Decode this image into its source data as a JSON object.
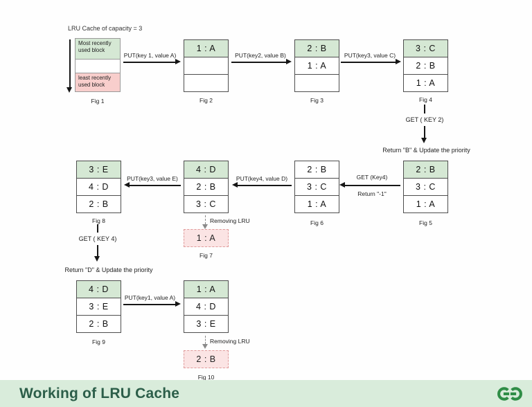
{
  "diagram": {
    "caption": "LRU Cache of capacity = 3",
    "legend": {
      "fig_label": "Fig 1",
      "mru_label": "Most recently used block",
      "lru_label": "least recently used block"
    },
    "figures": {
      "fig2": {
        "label": "Fig 2",
        "cells": [
          "1 : A",
          "",
          ""
        ]
      },
      "fig3": {
        "label": "Fig 3",
        "cells": [
          "2 : B",
          "1 : A",
          ""
        ]
      },
      "fig4": {
        "label": "Fig 4",
        "cells": [
          "3 : C",
          "2 : B",
          "1 : A"
        ]
      },
      "fig5": {
        "label": "Fig 5",
        "cells": [
          "2 : B",
          "3 : C",
          "1 : A"
        ]
      },
      "fig6": {
        "label": "Fig 6",
        "cells": [
          "2 : B",
          "3 : C",
          "1 : A"
        ]
      },
      "fig7": {
        "label": "Fig 7",
        "cells": [
          "4 : D",
          "2 : B",
          "3 : C"
        ],
        "evicted": "1 : A"
      },
      "fig8": {
        "label": "Fig 8",
        "cells": [
          "3 : E",
          "4 : D",
          "2 : B"
        ]
      },
      "fig9": {
        "label": "Fig 9",
        "cells": [
          "4 : D",
          "3 : E",
          "2 : B"
        ]
      },
      "fig10": {
        "label": "Fig 10",
        "cells": [
          "1 : A",
          "4 : D",
          "3 : E"
        ],
        "evicted": "2 : B"
      }
    },
    "operations": {
      "put_key1_a": "PUT(key 1, value A)",
      "put_key2_b": "PUT(key2, value B)",
      "put_key3_c": "PUT(key3, value C)",
      "get_key2": "GET ( KEY 2)",
      "get_key2_result": "Return \"B\" & Update the priority",
      "get_key4_miss": "GET (Key4)",
      "get_key4_miss_result": "Return \"-1\"",
      "put_key4_d": "PUT(key4, value D)",
      "put_key3_e": "PUT(key3, value E)",
      "removing_lru_fig7": "Removing LRU",
      "get_key4": "GET ( KEY 4)",
      "get_key4_result": "Return \"D\" & Update the priority",
      "put_key1_a2": "PUT(key1, value A)",
      "removing_lru_fig10": "Removing LRU"
    }
  },
  "footer": {
    "title": "Working of LRU Cache"
  },
  "colors": {
    "mru_green": "#d5e8d4",
    "evicted_pink": "#f8cecc",
    "footer_bg": "#d9ecdb",
    "title_green": "#2c5e49",
    "logo_green": "#2f8d46"
  }
}
